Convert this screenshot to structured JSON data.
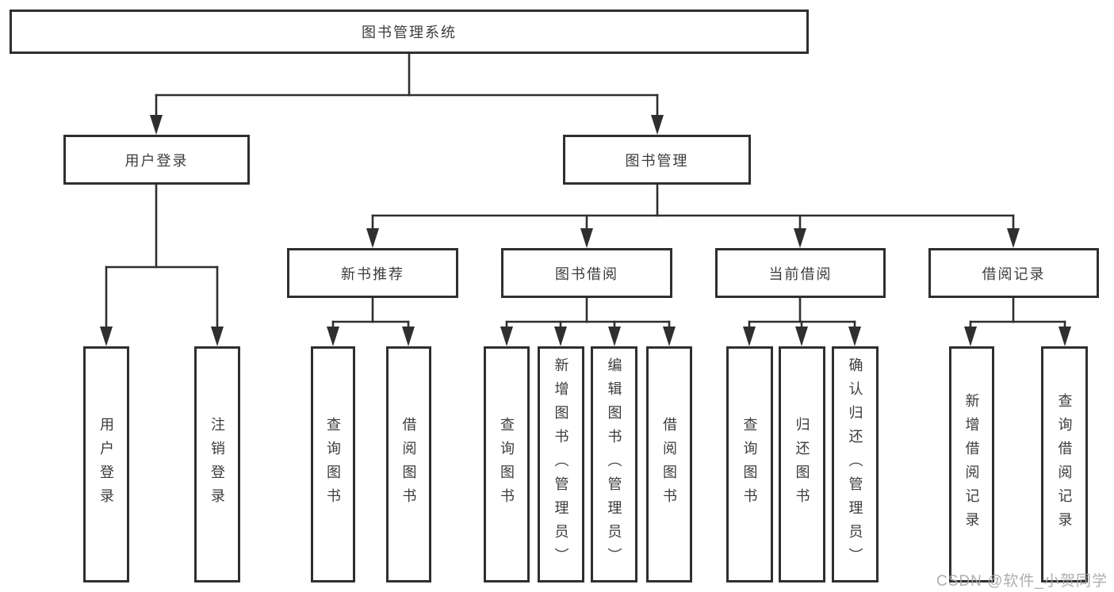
{
  "diagram": {
    "type": "function-structure-tree",
    "tree": {
      "label": "图书管理系统",
      "children": [
        {
          "label": "用户登录",
          "children": [
            {
              "label": "用户登录"
            },
            {
              "label": "注销登录"
            }
          ]
        },
        {
          "label": "图书管理",
          "children": [
            {
              "label": "新书推荐",
              "children": [
                {
                  "label": "查询图书"
                },
                {
                  "label": "借阅图书"
                }
              ]
            },
            {
              "label": "图书借阅",
              "children": [
                {
                  "label": "查询图书"
                },
                {
                  "label": "新增图书（管理员）"
                },
                {
                  "label": "编辑图书（管理员）"
                },
                {
                  "label": "借阅图书"
                }
              ]
            },
            {
              "label": "当前借阅",
              "children": [
                {
                  "label": "查询图书"
                },
                {
                  "label": "归还图书"
                },
                {
                  "label": "确认归还（管理员）"
                }
              ]
            },
            {
              "label": "借阅记录",
              "children": [
                {
                  "label": "新增借阅记录"
                },
                {
                  "label": "查询借阅记录"
                }
              ]
            }
          ]
        }
      ]
    }
  },
  "watermark": {
    "text": "CSDN @软件_小贺同学"
  },
  "colors": {
    "line": "#2f2f2f",
    "box_border": "#2f2f2f",
    "box_fill": "#ffffff",
    "text": "#3c3c3c",
    "watermark": "#a6a6a6",
    "background": "#ffffff"
  }
}
